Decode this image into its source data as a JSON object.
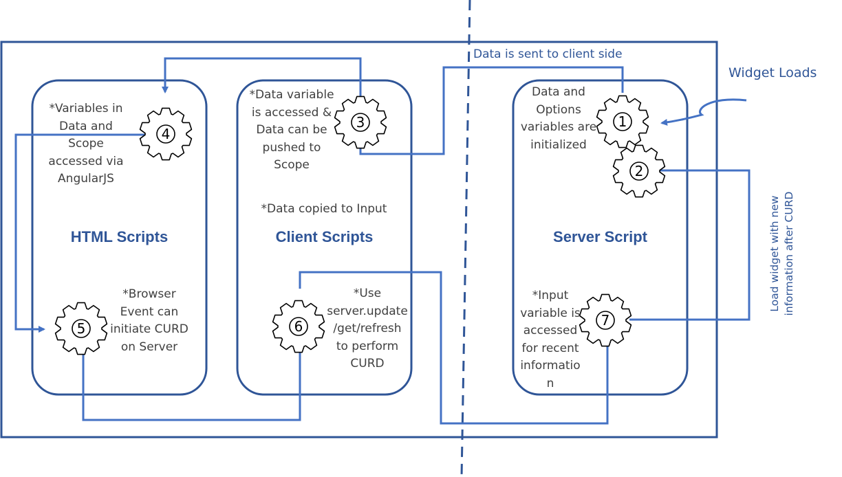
{
  "colors": {
    "frame": "#2f5597",
    "arrow": "#4472c4",
    "text": "#404040",
    "title": "#2f5597"
  },
  "labels": {
    "data_sent": "Data is sent to client side",
    "widget_loads": "Widget Loads",
    "load_widget_line1": "Load widget with new",
    "load_widget_line2": "information after CURD"
  },
  "panels": {
    "html": {
      "title": "HTML Scripts",
      "note_top": [
        "*Variables in",
        "Data and",
        "Scope",
        "accessed via",
        "AngularJS"
      ],
      "note_bottom": [
        "*Browser",
        "Event can",
        "initiate CURD",
        "on Server"
      ]
    },
    "client": {
      "title": "Client Scripts",
      "note_top": [
        "*Data variable",
        "is accessed &",
        "Data can be",
        "pushed to",
        "Scope"
      ],
      "note_mid": "*Data copied to Input",
      "note_bottom": [
        "*Use",
        "server.update",
        "/get/refresh",
        "to perform",
        "CURD"
      ]
    },
    "server": {
      "title": "Server Script",
      "note_top": [
        "Data and",
        "Options",
        "variables are",
        "initialized"
      ],
      "note_bottom": [
        "*Input",
        "variable is",
        "accessed",
        "for recent",
        "informatio",
        "n"
      ]
    }
  },
  "gears": [
    {
      "id": "gear-1",
      "num": "1"
    },
    {
      "id": "gear-2",
      "num": "2"
    },
    {
      "id": "gear-3",
      "num": "3"
    },
    {
      "id": "gear-4",
      "num": "4"
    },
    {
      "id": "gear-5",
      "num": "5"
    },
    {
      "id": "gear-6",
      "num": "6"
    },
    {
      "id": "gear-7",
      "num": "7"
    }
  ]
}
